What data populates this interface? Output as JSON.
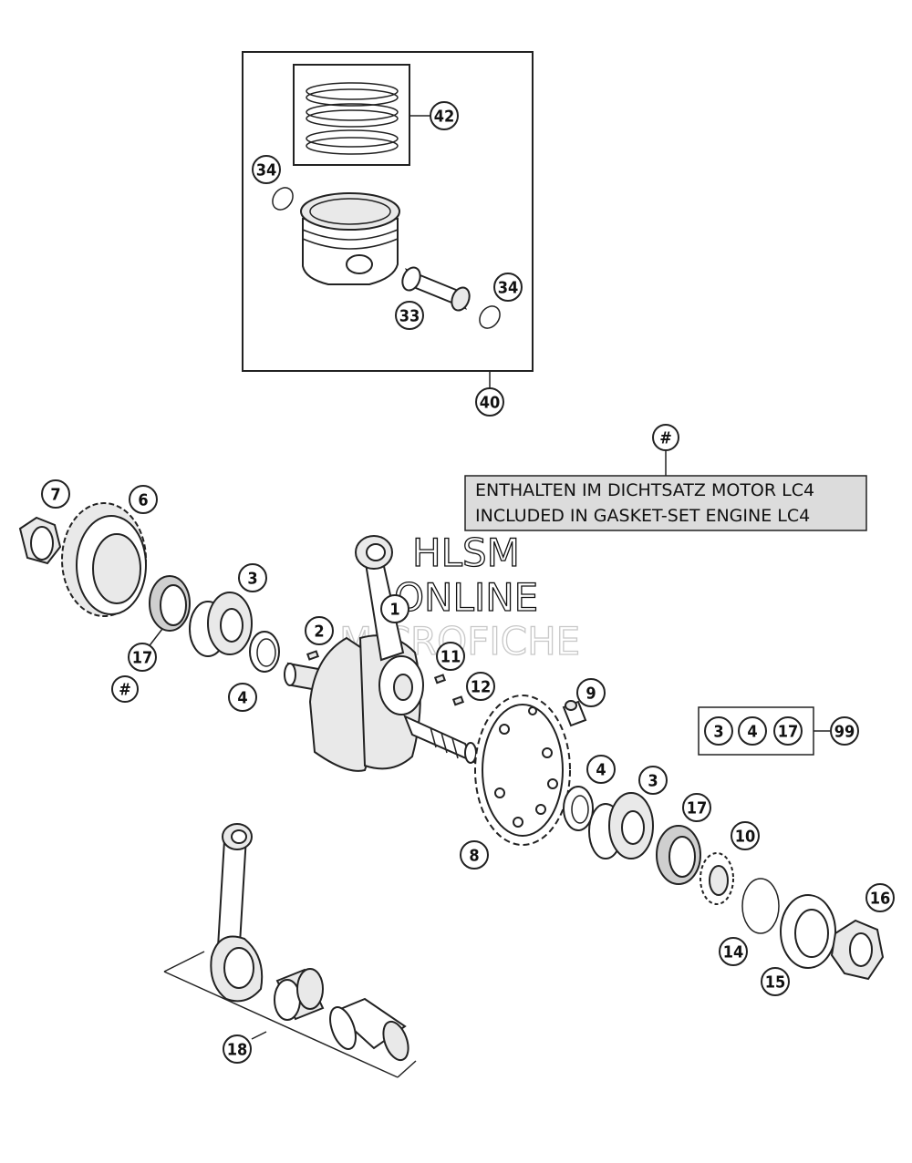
{
  "callouts": {
    "c42": "42",
    "c34a": "34",
    "c34b": "34",
    "c33": "33",
    "c40": "40",
    "chash_top": "#",
    "c7": "7",
    "c6": "6",
    "c3a": "3",
    "c1": "1",
    "c2": "2",
    "c11": "11",
    "c12": "12",
    "c17a": "17",
    "chash_left": "#",
    "c4a": "4",
    "c9": "9",
    "c3b": "3",
    "c4b": "4",
    "c17b": "17",
    "c99": "99",
    "c8": "8",
    "c4c": "4",
    "c3c": "3",
    "c17c": "17",
    "c10": "10",
    "c16": "16",
    "c14": "14",
    "c15": "15",
    "c18": "18"
  },
  "note": {
    "line1": "ENTHALTEN IM DICHTSATZ MOTOR LC4",
    "line2": "INCLUDED IN GASKET-SET ENGINE LC4"
  },
  "watermark": {
    "line1": "HLSM",
    "line2": "ONLINE",
    "line3": "MICROFICHE"
  },
  "colors": {
    "line": "#222222",
    "note_background": "#dcdcdc"
  }
}
